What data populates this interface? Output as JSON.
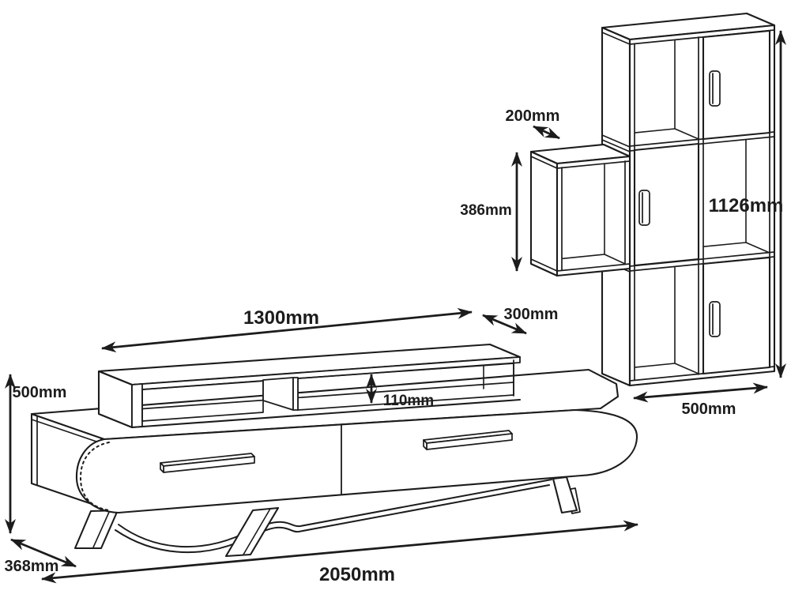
{
  "diagram": {
    "kind": "furniture-dimension-drawing",
    "colors": {
      "background": "#ffffff",
      "line": "#1c1c1c"
    },
    "pieces": [
      "tv-stand",
      "riser-shelf",
      "wall-box-shelf",
      "wall-shelf-unit"
    ]
  },
  "dimensions": {
    "riser_width": {
      "label": "1300mm"
    },
    "riser_depth": {
      "label": "300mm"
    },
    "riser_opening": {
      "label": "110mm"
    },
    "stand_height": {
      "label": "500mm"
    },
    "stand_depth": {
      "label": "368mm"
    },
    "stand_width": {
      "label": "2050mm"
    },
    "box_depth": {
      "label": "200mm"
    },
    "box_height": {
      "label": "386mm"
    },
    "unit_height": {
      "label": "1126mm"
    },
    "unit_width": {
      "label": "500mm"
    }
  }
}
